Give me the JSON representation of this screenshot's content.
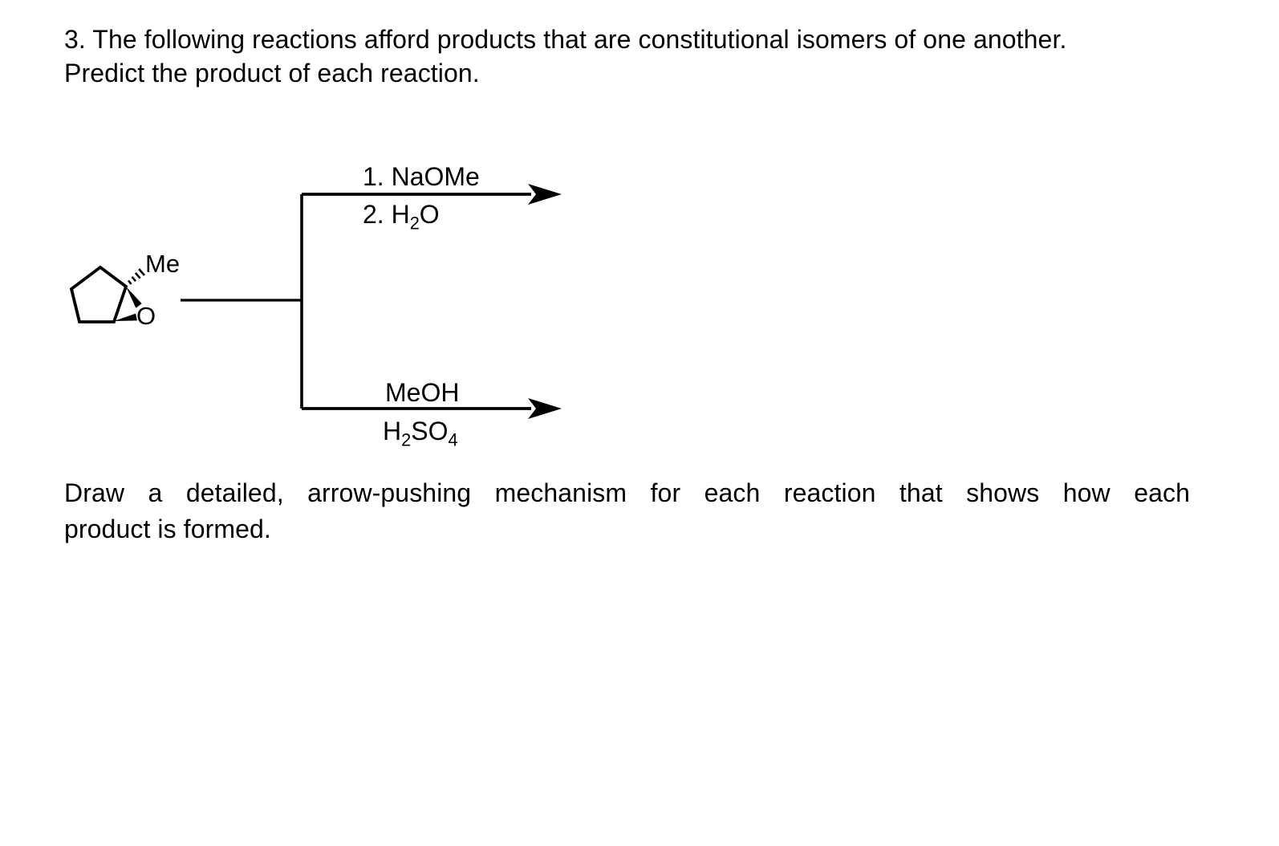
{
  "colors": {
    "background": "#ffffff",
    "text": "#000000",
    "bond": "#000000"
  },
  "question": {
    "line1": "3. The following reactions afford products that are constitutional isomers of one another.",
    "line2": "Predict the product of each reaction."
  },
  "scheme": {
    "substrate": {
      "methyl_label": "Me",
      "oxygen_label": "O"
    },
    "top_reaction": {
      "step1": "1. NaOMe",
      "step2_pre": "2. H",
      "step2_sub": "2",
      "step2_post": "O"
    },
    "bottom_reaction": {
      "reagent": "MeOH",
      "acid_pre": "H",
      "acid_sub1": "2",
      "acid_mid": "SO",
      "acid_sub2": "4"
    }
  },
  "instruction": {
    "line1": "Draw a detailed, arrow-pushing mechanism for each reaction that shows how each",
    "line2": "product is formed."
  }
}
